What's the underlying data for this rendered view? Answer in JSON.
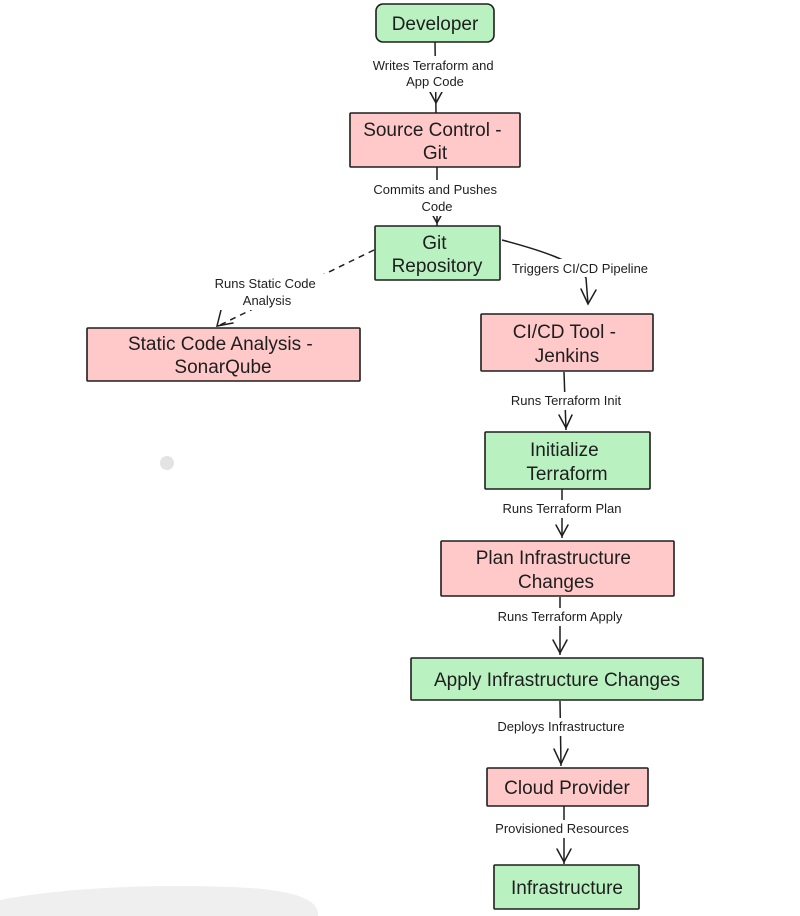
{
  "colors": {
    "process_node": "#b9f2c0",
    "system_node": "#ffc9c9",
    "stroke": "#1e1e1e"
  },
  "nodes": {
    "developer": {
      "lines": [
        "Developer"
      ],
      "tone": "green"
    },
    "source_control": {
      "lines": [
        "Source Control -",
        "Git"
      ],
      "tone": "red"
    },
    "git_repository": {
      "lines": [
        "Git",
        "Repository"
      ],
      "tone": "green"
    },
    "static_analysis": {
      "lines": [
        "Static Code Analysis -",
        "SonarQube"
      ],
      "tone": "red"
    },
    "cicd_tool": {
      "lines": [
        "CI/CD Tool -",
        "Jenkins"
      ],
      "tone": "red"
    },
    "init_terraform": {
      "lines": [
        "Initialize",
        "Terraform"
      ],
      "tone": "green"
    },
    "plan_changes": {
      "lines": [
        "Plan Infrastructure",
        "Changes"
      ],
      "tone": "red"
    },
    "apply_changes": {
      "lines": [
        "Apply Infrastructure Changes"
      ],
      "tone": "green"
    },
    "cloud_provider": {
      "lines": [
        "Cloud Provider"
      ],
      "tone": "red"
    },
    "infrastructure": {
      "lines": [
        "Infrastructure"
      ],
      "tone": "green"
    }
  },
  "edges": [
    {
      "id": "writes-code",
      "from": "developer",
      "to": "source_control",
      "label": [
        "Writes Terraform and",
        "App Code"
      ],
      "dashed": false
    },
    {
      "id": "commits-pushes",
      "from": "source_control",
      "to": "git_repository",
      "label": [
        "Commits and Pushes",
        "Code"
      ],
      "dashed": false
    },
    {
      "id": "runs-static-analysis",
      "from": "git_repository",
      "to": "static_analysis",
      "label": [
        "Runs Static Code",
        "Analysis"
      ],
      "dashed": true
    },
    {
      "id": "triggers-pipeline",
      "from": "git_repository",
      "to": "cicd_tool",
      "label": [
        "Triggers CI/CD Pipeline"
      ],
      "dashed": false
    },
    {
      "id": "runs-init",
      "from": "cicd_tool",
      "to": "init_terraform",
      "label": [
        "Runs Terraform Init"
      ],
      "dashed": false
    },
    {
      "id": "runs-plan",
      "from": "init_terraform",
      "to": "plan_changes",
      "label": [
        "Runs Terraform Plan"
      ],
      "dashed": false
    },
    {
      "id": "runs-apply",
      "from": "plan_changes",
      "to": "apply_changes",
      "label": [
        "Runs Terraform Apply"
      ],
      "dashed": false
    },
    {
      "id": "deploys",
      "from": "apply_changes",
      "to": "cloud_provider",
      "label": [
        "Deploys Infrastructure"
      ],
      "dashed": false
    },
    {
      "id": "provisioned",
      "from": "cloud_provider",
      "to": "infrastructure",
      "label": [
        "Provisioned Resources"
      ],
      "dashed": false
    }
  ]
}
